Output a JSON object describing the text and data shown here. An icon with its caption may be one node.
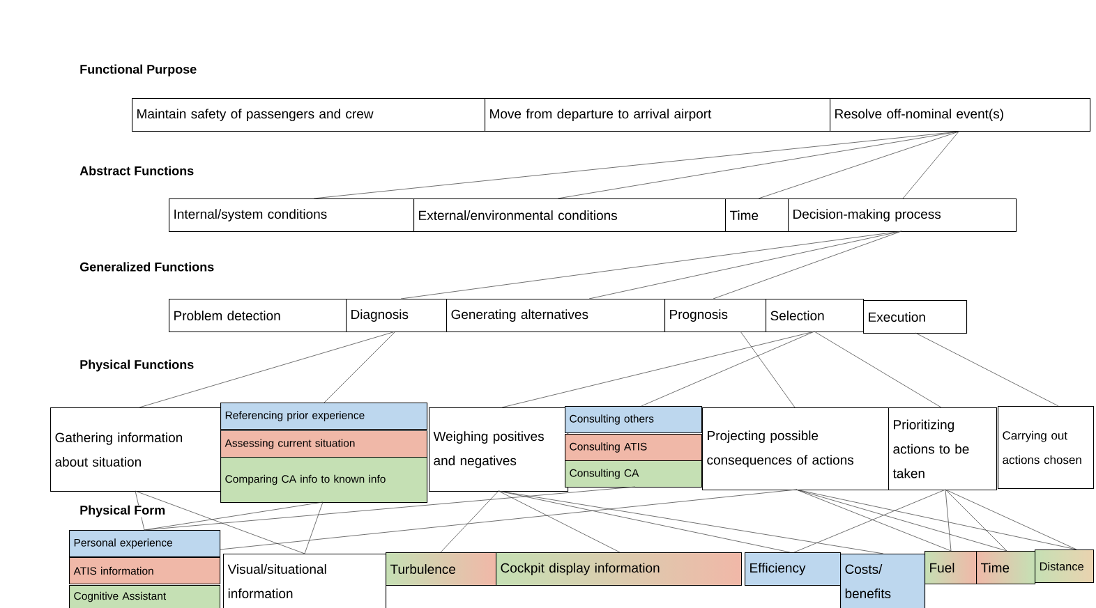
{
  "diagram": {
    "nodes": [
      {
        "text": [
          "Maintain safety of passengers and crew"
        ]
      },
      {
        "text": [
          "Move from departure to arrival airport"
        ]
      },
      {
        "text": [
          "Resolve off-nominal event(s)"
        ]
      },
      {
        "text": [
          "Internal/system conditions"
        ]
      },
      {
        "text": [
          "External/environmental conditions"
        ]
      },
      {
        "text": [
          "Time"
        ]
      },
      {
        "text": [
          "Decision-making process"
        ]
      },
      {
        "text": [
          "Problem detection"
        ]
      },
      {
        "text": [
          "Diagnosis"
        ]
      },
      {
        "text": [
          "Generating alternatives"
        ]
      },
      {
        "text": [
          "Prognosis"
        ]
      },
      {
        "text": [
          "Selection"
        ]
      },
      {
        "text": [
          "Execution"
        ]
      },
      {
        "text": [
          "Gathering information about situation"
        ]
      },
      {
        "text": [
          "Referencing prior experience"
        ]
      },
      {
        "text": [
          "Assessing current situation"
        ]
      },
      {
        "text": [
          "Comparing CA info to known info"
        ]
      },
      {
        "text": [
          "Weighing positives and negatives"
        ]
      },
      {
        "text": [
          "Consulting others"
        ]
      },
      {
        "text": [
          "Consulting ATIS"
        ]
      },
      {
        "text": [
          "Consulting CA"
        ]
      },
      {
        "text": [
          "Projecting possible consequences of actions"
        ]
      },
      {
        "text": [
          "Prioritizing actions to be taken"
        ]
      },
      {
        "text": [
          "Carrying out actions chosen"
        ]
      },
      {
        "text": [
          "Personal experience"
        ]
      },
      {
        "text": [
          "ATIS information"
        ]
      },
      {
        "text": [
          "Cognitive Assistant"
        ]
      },
      {
        "text": [
          "Visual/situational information"
        ]
      },
      {
        "text": [
          "Turbulence"
        ]
      },
      {
        "text": [
          "Cockpit display information"
        ]
      },
      {
        "text": [
          "Efficiency"
        ]
      },
      {
        "text": [
          "Costs/ benefits"
        ]
      },
      {
        "text": [
          "Fuel"
        ]
      },
      {
        "text": [
          "Time"
        ]
      },
      {
        "text": [
          "Distance"
        ]
      }
    ],
    "edges": [
      {
        "from": 2,
        "to": 3,
        "arrow": "none"
      },
      {
        "from": 2,
        "to": 4,
        "arrow": "none"
      },
      {
        "from": 2,
        "to": 5,
        "arrow": "none"
      },
      {
        "from": 2,
        "to": 6,
        "arrow": "none"
      },
      {
        "from": 6,
        "to": 8,
        "arrow": "none"
      },
      {
        "from": 6,
        "to": 9,
        "arrow": "none"
      },
      {
        "from": 6,
        "to": 10,
        "arrow": "none"
      },
      {
        "from": 8,
        "to": 13,
        "arrow": "none"
      },
      {
        "from": 8,
        "to": 14,
        "arrow": "none"
      },
      {
        "from": 10,
        "to": 21,
        "arrow": "none"
      },
      {
        "from": 11,
        "to": 17,
        "arrow": "none"
      },
      {
        "from": 11,
        "to": 18,
        "arrow": "none"
      },
      {
        "from": 11,
        "to": 22,
        "arrow": "none"
      },
      {
        "from": 12,
        "to": 23,
        "arrow": "none"
      },
      {
        "from": 13,
        "to": 24,
        "arrow": "none"
      },
      {
        "from": 13,
        "to": 27,
        "arrow": "none"
      },
      {
        "from": 16,
        "to": 24,
        "arrow": "none"
      },
      {
        "from": 16,
        "to": 27,
        "arrow": "none"
      },
      {
        "from": 17,
        "to": 28,
        "arrow": "none"
      },
      {
        "from": 17,
        "to": 29,
        "arrow": "none"
      },
      {
        "from": 17,
        "to": 30,
        "arrow": "none"
      },
      {
        "from": 17,
        "to": 31,
        "arrow": "none"
      },
      {
        "from": 20,
        "to": 24,
        "arrow": "none"
      },
      {
        "from": 21,
        "to": 24,
        "arrow": "none"
      },
      {
        "from": 21,
        "to": 32,
        "arrow": "none"
      },
      {
        "from": 21,
        "to": 33,
        "arrow": "none"
      },
      {
        "from": 21,
        "to": 34,
        "arrow": "none"
      },
      {
        "from": 22,
        "to": 30,
        "arrow": "none"
      },
      {
        "from": 22,
        "to": 32,
        "arrow": "none"
      },
      {
        "from": 22,
        "to": 33,
        "arrow": "none"
      },
      {
        "from": 22,
        "to": 34,
        "arrow": "none"
      }
    ],
    "labels": [
      "Functional Purpose",
      "Abstract Functions",
      "Generalized Functions",
      "Physical Functions",
      "Physical Form"
    ]
  }
}
